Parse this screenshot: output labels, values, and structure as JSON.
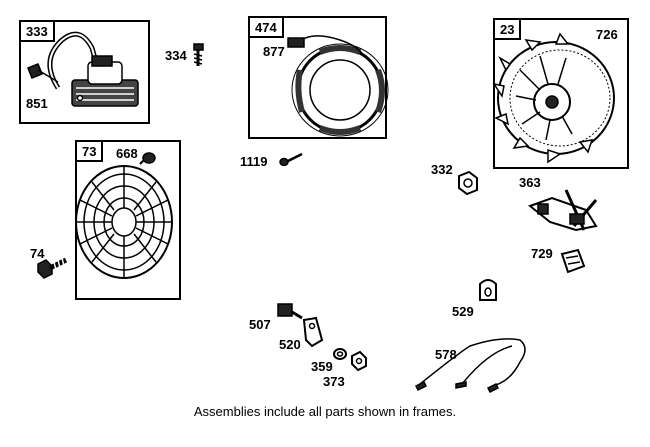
{
  "frames": {
    "f333": "333",
    "f474": "474",
    "f23": "23",
    "f73": "73"
  },
  "parts": {
    "p334": "334",
    "p851": "851",
    "p877": "877",
    "p726": "726",
    "p668": "668",
    "p1119": "1119",
    "p332": "332",
    "p363": "363",
    "p74": "74",
    "p729": "729",
    "p529": "529",
    "p507": "507",
    "p520": "520",
    "p359": "359",
    "p373": "373",
    "p578": "578"
  },
  "caption": "Assemblies include all parts shown in frames."
}
